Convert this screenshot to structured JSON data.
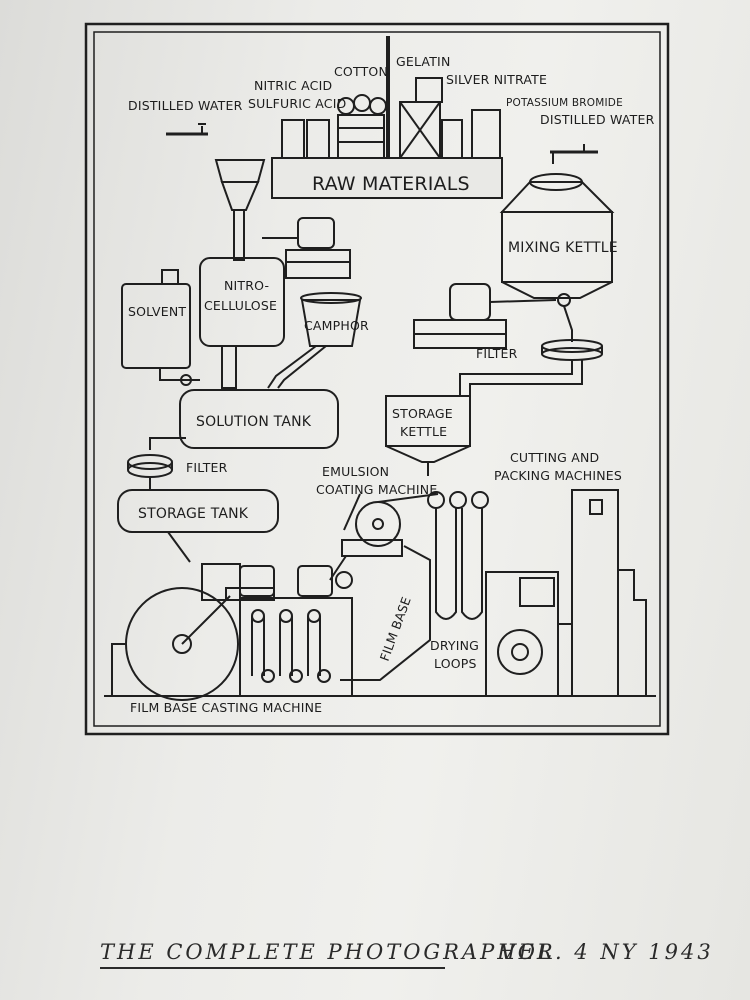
{
  "diagram": {
    "raw_materials": {
      "title": "RAW MATERIALS",
      "distilled_water_left": "DISTILLED WATER",
      "nitric_acid": "NITRIC ACID",
      "sulfuric_acid": "SULFURIC ACID",
      "cotton": "COTTON",
      "gelatin": "GELATIN",
      "silver_nitrate": "SILVER NITRATE",
      "potassium_bromide": "POTASSIUM BROMIDE",
      "distilled_water_right": "DISTILLED WATER"
    },
    "nitro_line1": "NITRO-",
    "nitro_line2": "CELLULOSE",
    "solvent": "SOLVENT",
    "camphor": "CAMPHOR",
    "solution_tank": "SOLUTION TANK",
    "filter_left": "FILTER",
    "storage_tank": "STORAGE TANK",
    "mixing_kettle": "MIXING KETTLE",
    "filter_right": "FILTER",
    "storage_kettle_line1": "STORAGE",
    "storage_kettle_line2": "KETTLE",
    "emulsion_line1": "EMULSION",
    "emulsion_line2": "COATING MACHINE",
    "cutting_line1": "CUTTING AND",
    "cutting_line2": "PACKING MACHINES",
    "film_base": "FILM BASE",
    "drying_line1": "DRYING",
    "drying_line2": "LOOPS",
    "casting_machine": "FILM BASE CASTING MACHINE"
  },
  "caption": {
    "title": "THE COMPLETE PHOTOGRAPHER",
    "volume": "VOL. 4  NY  1943"
  }
}
